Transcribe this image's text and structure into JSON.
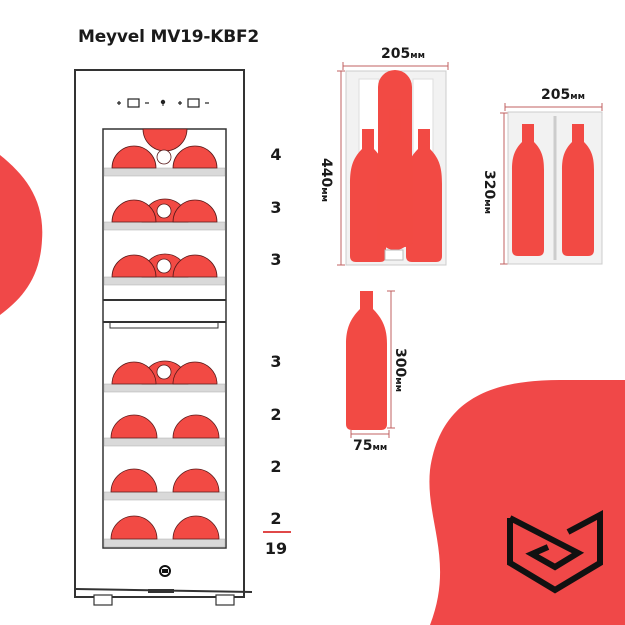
{
  "title": "Meyvel MV19-KBF2",
  "colors": {
    "accent": "#f04848",
    "bottle": "#f24a44",
    "outline": "#222222",
    "shelf": "#d9d9d9"
  },
  "control_panel": {
    "zone1": [
      "+",
      "-"
    ],
    "light": "light-icon",
    "zone2": [
      "+",
      "-"
    ]
  },
  "shelves": [
    {
      "bottles": 4,
      "label": "4"
    },
    {
      "bottles": 3,
      "label": "3"
    },
    {
      "bottles": 3,
      "label": "3"
    },
    {
      "bottles": 3,
      "label": "3"
    },
    {
      "bottles": 2,
      "label": "2"
    },
    {
      "bottles": 2,
      "label": "2"
    },
    {
      "bottles": 2,
      "label": "2"
    }
  ],
  "total": "19",
  "dimensions": {
    "shelf_a": {
      "width": "205",
      "height": "440",
      "unit": "мм"
    },
    "shelf_b": {
      "width": "205",
      "height": "320",
      "unit": "мм"
    },
    "bottle": {
      "width": "75",
      "height": "300",
      "unit": "мм"
    }
  },
  "logo": "brand-logo-icon"
}
